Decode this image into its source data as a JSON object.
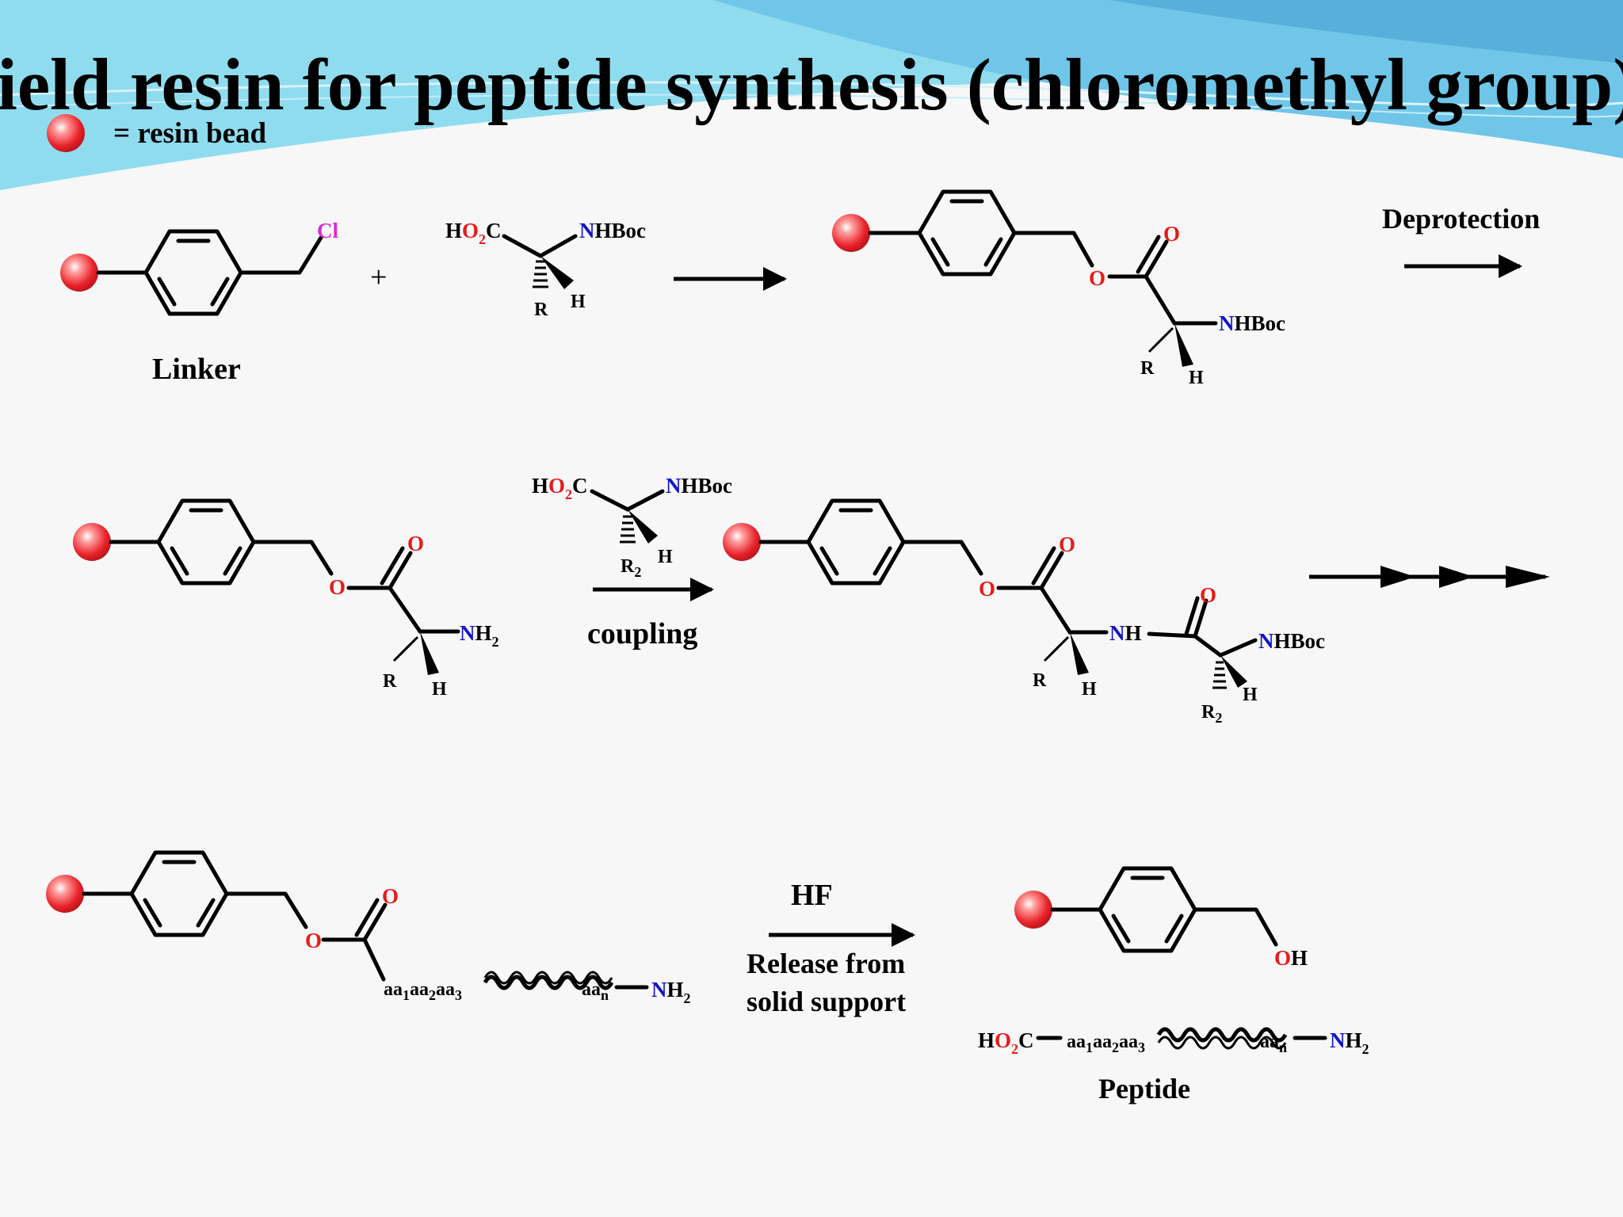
{
  "slide": {
    "title": "ield resin for peptide synthesis (chloromethyl group)",
    "legend_text": "= resin bead"
  },
  "colors": {
    "bead": "#e8232a",
    "oxygen": "#e81a1a",
    "nitrogen": "#1414c8",
    "chlorine": "#e028d8",
    "wave_top": "#6fd3ec",
    "wave_dark": "#58b9e0"
  },
  "row1": {
    "linker_label": "Linker",
    "cl": "Cl",
    "plus": "+",
    "aa_h": "H",
    "aa_o2": "O",
    "aa_sub2": "2",
    "aa_c": "C",
    "aa_n": "N",
    "aa_hboc": "HBoc",
    "aa_r": "R",
    "aa_hatom": "H",
    "prod_o_dbl": "O",
    "prod_o": "O",
    "prod_n": "N",
    "prod_hboc": "HBoc",
    "prod_r": "R",
    "prod_h": "H",
    "arrow2_label": "Deprotection"
  },
  "row2": {
    "left_o_dbl": "O",
    "left_o": "O",
    "left_n": "N",
    "left_h2": "H",
    "left_sub2": "2",
    "left_r": "R",
    "left_h": "H",
    "reag_h": "H",
    "reag_o2": "O",
    "reag_sub2": "2",
    "reag_c": "C",
    "reag_n": "N",
    "reag_hboc": "HBoc",
    "reag_r": "R",
    "reag_rsub": "2",
    "reag_hatom": "H",
    "coupling": "coupling",
    "right_o_dbl": "O",
    "right_o": "O",
    "right_n": "N",
    "right_nh": "H",
    "right_r": "R",
    "right_h": "H",
    "right_o2_dbl": "O",
    "right_n2": "N",
    "right_hboc": "HBoc",
    "right_r2": "R",
    "right_r2sub": "2",
    "right_h2": "H"
  },
  "row3": {
    "o_dbl": "O",
    "o": "O",
    "aa": "aa",
    "sub1": "1",
    "sub2": "2",
    "sub3": "3",
    "sub_n": "n",
    "n": "N",
    "h2": "H",
    "h2sub": "2",
    "hf": "HF",
    "release1": "Release from",
    "release2": "solid support",
    "oh_o": "O",
    "oh_h": "H",
    "pep_h": "H",
    "pep_o": "O",
    "pep_sub2": "2",
    "pep_c": "C",
    "pep_n": "N",
    "pep_h2": "H",
    "pep_h2sub": "2",
    "peptide_label": "Peptide"
  }
}
